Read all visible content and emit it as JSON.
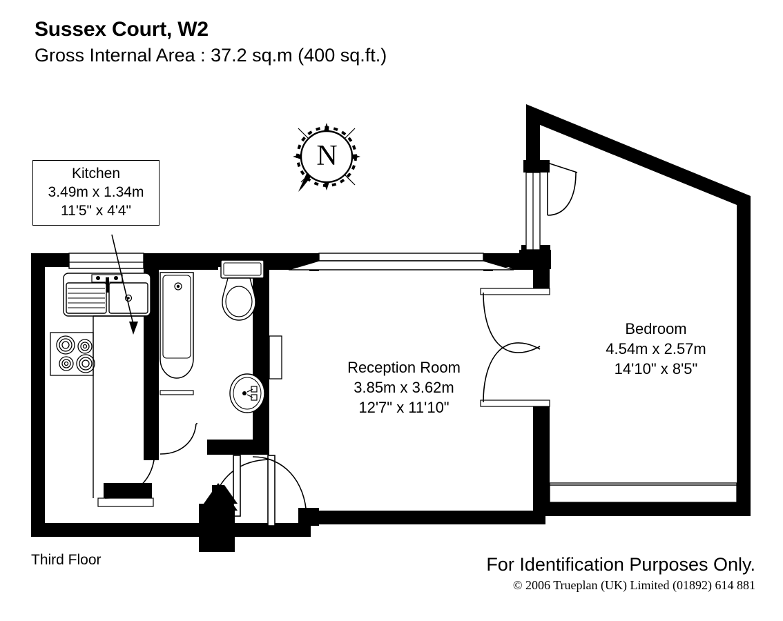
{
  "header": {
    "title": "Sussex Court, W2",
    "subtitle": "Gross Internal Area : 37.2 sq.m   (400 sq.ft.)"
  },
  "compass": {
    "north_label": "N",
    "name": "compass-rose"
  },
  "rooms": [
    {
      "id": "kitchen",
      "name": "Kitchen",
      "dim_metric": "3.49m  x  1.34m",
      "dim_imperial": "11'5\"  x  4'4\"",
      "callout": true
    },
    {
      "id": "reception",
      "name": "Reception Room",
      "dim_metric": "3.85m  x  3.62m",
      "dim_imperial": "12'7\"  x  11'10\"",
      "callout": false
    },
    {
      "id": "bedroom",
      "name": "Bedroom",
      "dim_metric": "4.54m  x  2.57m",
      "dim_imperial": "14'10\"  x  8'5\"",
      "callout": false
    }
  ],
  "footer": {
    "floor": "Third Floor",
    "identification": "For Identification Purposes Only.",
    "copyright": "© 2006 Trueplan (UK) Limited  (01892) 614 881"
  },
  "colors": {
    "wall": "#000000",
    "background": "#ffffff",
    "fixture_stroke": "#000000",
    "text": "#000000"
  },
  "fixtures": [
    {
      "name": "kitchen-sink",
      "room": "kitchen"
    },
    {
      "name": "kitchen-hob",
      "room": "kitchen"
    },
    {
      "name": "bathtub",
      "room": "bathroom"
    },
    {
      "name": "toilet",
      "room": "bathroom"
    },
    {
      "name": "wash-basin",
      "room": "bathroom"
    }
  ],
  "openings": [
    {
      "name": "entrance-door",
      "kind": "door"
    },
    {
      "name": "entrance-arrow",
      "kind": "arrow"
    },
    {
      "name": "kitchen-door",
      "kind": "door"
    },
    {
      "name": "bathroom-door",
      "kind": "door"
    },
    {
      "name": "bedroom-double-door",
      "kind": "double-door"
    },
    {
      "name": "bedroom-entry-door",
      "kind": "door"
    },
    {
      "name": "reception-bay-window",
      "kind": "window"
    },
    {
      "name": "kitchen-window",
      "kind": "window"
    },
    {
      "name": "bedroom-window",
      "kind": "window"
    },
    {
      "name": "bedroom-rear-window",
      "kind": "window"
    }
  ]
}
